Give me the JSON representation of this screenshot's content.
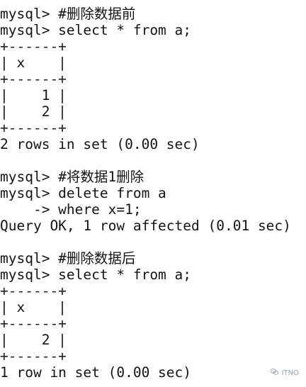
{
  "terminal": {
    "lines": [
      "mysql> #删除数据前",
      "mysql> select * from a;",
      "+------+",
      "| x    |",
      "+------+",
      "|    1 |",
      "|    2 |",
      "+------+",
      "2 rows in set (0.00 sec)",
      "",
      "mysql> #将数据1删除",
      "mysql> delete from a",
      "    -> where x=1;",
      "Query OK, 1 row affected (0.01 sec)",
      "",
      "mysql> #删除数据后",
      "mysql> select * from a;",
      "+------+",
      "| x    |",
      "+------+",
      "|    2 |",
      "+------+",
      "1 row in set (0.00 sec)"
    ]
  },
  "watermark": {
    "text": "ITNO",
    "icon": "wechat-icon"
  },
  "colors": {
    "background": "#ffffff",
    "text": "#141414",
    "watermark": "#9aa0a6"
  }
}
